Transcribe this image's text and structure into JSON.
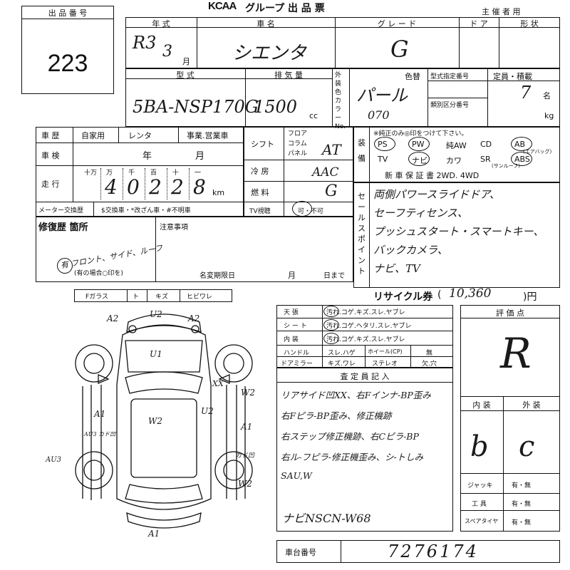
{
  "header": {
    "lot_label": "出 品 番 号",
    "lot_number": "223",
    "logo": "KCAA",
    "title": "グループ 出 品 票",
    "organizer": "主 催 者 用"
  },
  "top_row": {
    "year_label": "年 式",
    "year_value": "R3",
    "month_value": "3",
    "month_unit": "月",
    "car_label": "車 名",
    "car_value": "シエンタ",
    "grade_label": "グ レ ー ド",
    "grade_value": "G",
    "door_label": "ド ア",
    "shape_label": "形 状"
  },
  "model_row": {
    "model_label": "型 式",
    "model_value": "5BA-NSP170G",
    "displacement_label": "排 気 量",
    "displacement_value": "1500",
    "displacement_unit": "cc",
    "color_side_label": "外装色 カラーNo.",
    "color_change_label": "色替",
    "color_value": "パール",
    "color_no": "070",
    "type_designation_label": "型式指定番号",
    "category_label": "類別区分番号",
    "capacity_label": "定員・積載",
    "capacity_value": "7",
    "capacity_unit": "名",
    "kg_unit": "kg"
  },
  "history": {
    "history_label": "車 歴",
    "private_label": "自家用",
    "rental_label": "レンタ",
    "business_label": "事業.営業車",
    "inspection_label": "車 検",
    "year_unit": "年",
    "month_unit": "月",
    "mileage_label": "走 行",
    "digit_labels": [
      "十万",
      "万",
      "千",
      "百",
      "十",
      "一"
    ],
    "mileage_value": "40228",
    "km_unit": "km",
    "meter_label": "メーター交換歴",
    "meter_options": "$交換車・*改ざん車・#不明車"
  },
  "shift": {
    "shift_label": "シフト",
    "floor_label": "フロア",
    "column_label": "コラム",
    "panel_label": "パネル",
    "shift_value": "AT",
    "ac_label": "冷 房",
    "ac_value": "AAC",
    "fuel_label": "燃 料",
    "fuel_value": "G",
    "tv_label": "TV視聴",
    "tv_value": "可・不可"
  },
  "equipment": {
    "side_label": "装備",
    "note": "※純正のみ◎印をつけて下さい。",
    "row1": [
      "PS",
      "PW",
      "純AW",
      "CD",
      "AB"
    ],
    "row1_note": "(エアバッグ)",
    "row2": [
      "TV",
      "ナビ",
      "カワ",
      "SR",
      "ABS"
    ],
    "row2_note": "(サンルーフ)",
    "row3": "新 車 保 証 書  2WD. 4WD"
  },
  "sales_points": {
    "label": "セールスポイント",
    "lines": [
      "両側パワースライドドア、",
      "セーフティセンス、",
      "プッシュスタート・スマートキー、",
      "バックカメラ、",
      "ナビ、TV"
    ]
  },
  "repair": {
    "label": "修復歴 箇所",
    "value": "有 フロント、サイド、ルーフ",
    "note": "(有の場合○印を)",
    "remarks_label": "注意事項",
    "deadline_label": "名変期限日",
    "month_unit": "月",
    "day_until": "日まで"
  },
  "glass": {
    "label": "Fガラス",
    "opts": [
      "ト",
      "キズ",
      "ヒビワレ"
    ]
  },
  "diagram_marks": [
    "A2",
    "U2",
    "A2",
    "U1",
    "XX",
    "W2",
    "A1",
    "U2",
    "W2",
    "A1",
    "AU3 カド凹",
    "AU3",
    "カド凹",
    "W2",
    "A1"
  ],
  "recycle": {
    "label": "リサイクル券",
    "value": "10,360",
    "unit": ")円",
    "open": "("
  },
  "interior": {
    "rows": [
      {
        "label": "天 張",
        "opts": "汚れ.コゲ.キズ.スレ.ヤブレ"
      },
      {
        "label": "シ ー ト",
        "opts": "汚れ.コゲ.ヘタリ.スレ.ヤブレ"
      },
      {
        "label": "内 装",
        "opts": "汚れ.コゲ.キズ.スレ.ヤブレ"
      }
    ],
    "handle_label": "ハンドル",
    "handle_opts": "スレ.ハゲ",
    "wheel_label": "ホイール(CP)",
    "wheel_value": "無",
    "mirror_label": "ドアミラー",
    "mirror_opts": "キズ.ワレ",
    "stereo_label": "ステレオ",
    "stereo_opts": "欠.穴"
  },
  "inspector": {
    "label": "査 定 員 記 入",
    "lines": [
      "リアサイド凹XX、右Fインナ-BP歪み",
      "右Fピラ-BP歪み、修正機跡",
      "右ステップ修正機跡、右Cピラ-BP",
      "右ル-フピラ-修正機歪み、シ-トしみ",
      "SAU,W"
    ],
    "navi": "ナビNSCN-W68"
  },
  "grades": {
    "label": "評 価 点",
    "overall": "R",
    "interior_label": "内 装",
    "exterior_label": "外 装",
    "interior_value": "b",
    "exterior_value": "c"
  },
  "extras": {
    "jack_label": "ジャッキ",
    "tool_label": "工 具",
    "spare_label": "スペアタイヤ",
    "opt": "有・無"
  },
  "chassis": {
    "label": "車台番号",
    "value": "7276174"
  }
}
